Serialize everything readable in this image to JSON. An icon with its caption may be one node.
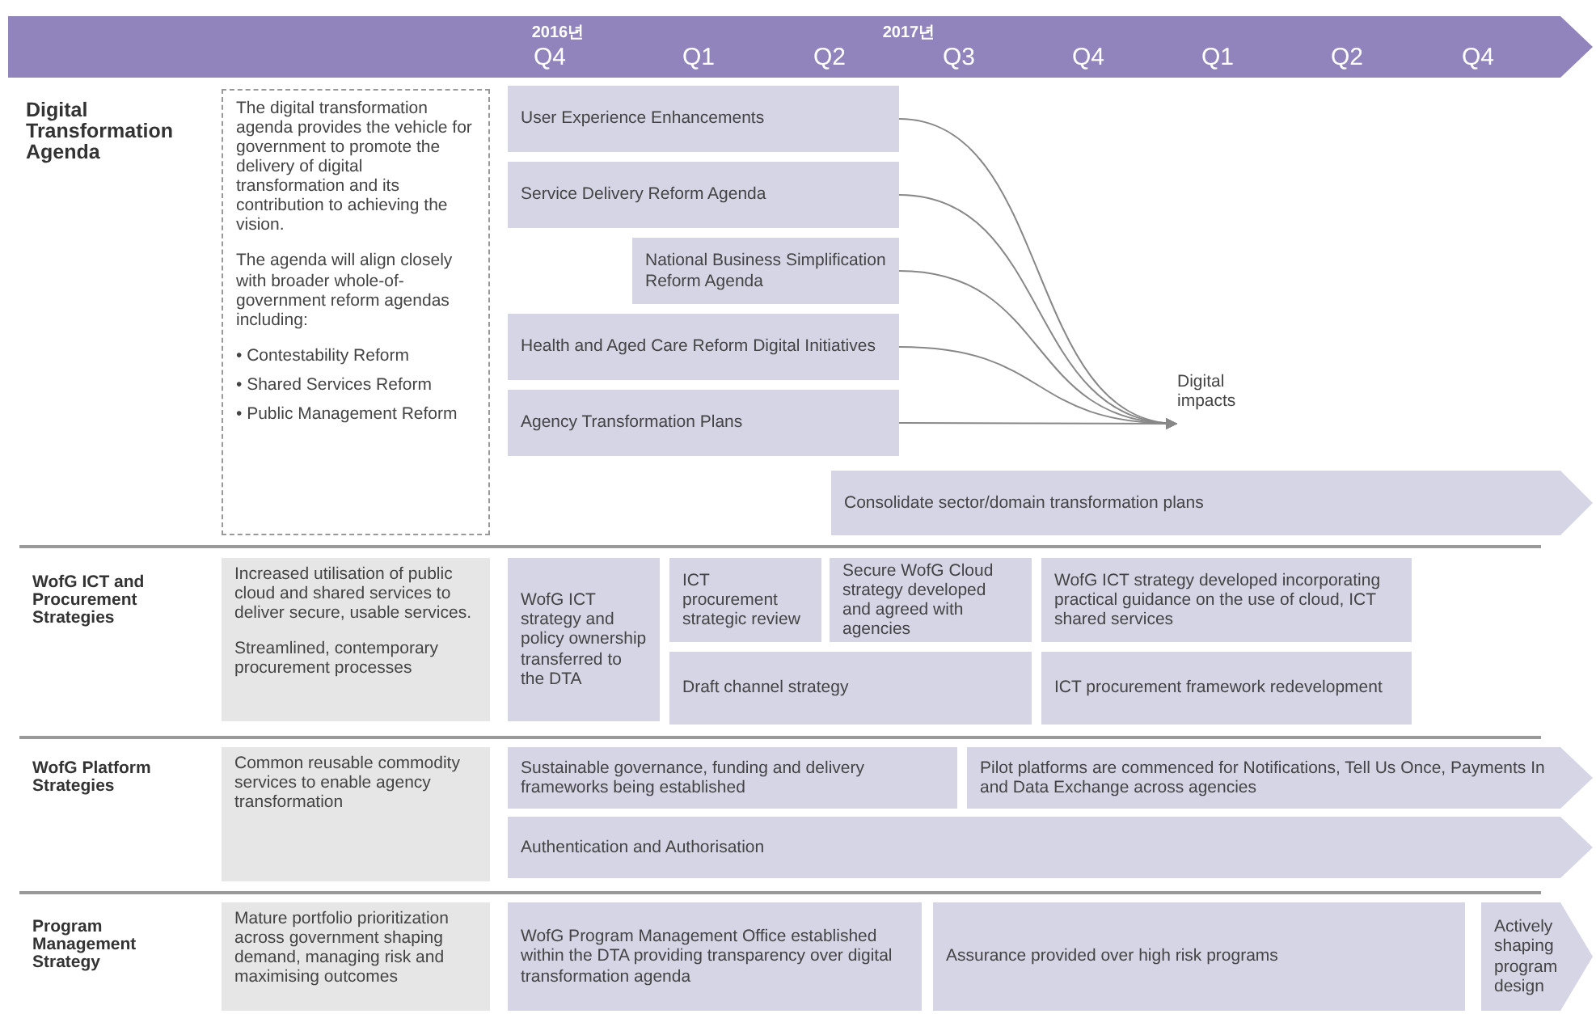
{
  "diagram": {
    "nodes": [
      {
        "text": [
          "The digital transformation agenda provides the vehicle for government to promote the delivery of digital transformation and its contribution to achieving the vision.",
          "The agenda will align closely with broader whole-of-government reform agendas including:",
          "• Contestability Reform",
          "• Shared Services Reform",
          "• Public Management Reform"
        ]
      },
      {
        "text": [
          "User Experience Enhancements"
        ]
      },
      {
        "text": [
          "Service Delivery Reform Agenda"
        ]
      },
      {
        "text": [
          "National Business Simplification Reform Agenda"
        ]
      },
      {
        "text": [
          "Health and Aged Care Reform Digital Initiatives"
        ]
      },
      {
        "text": [
          "Agency Transformation Plans"
        ]
      },
      {
        "text": [
          "Digital impacts"
        ]
      },
      {
        "text": [
          "Consolidate sector/domain transformation plans"
        ]
      },
      {
        "text": [
          "Increased utilisation of public cloud and shared services to deliver secure, usable services.",
          "Streamlined, contemporary procurement processes"
        ]
      },
      {
        "text": [
          "WofG ICT strategy and policy ownership transferred to the DTA"
        ]
      },
      {
        "text": [
          "ICT procurement strategic review"
        ]
      },
      {
        "text": [
          "Secure WofG Cloud strategy developed and agreed with agencies"
        ]
      },
      {
        "text": [
          "WofG ICT strategy developed incorporating practical guidance on the use of cloud, ICT shared services"
        ]
      },
      {
        "text": [
          "Draft channel strategy"
        ]
      },
      {
        "text": [
          "ICT procurement framework redevelopment"
        ]
      },
      {
        "text": [
          "Common reusable commodity services to enable agency transformation"
        ]
      },
      {
        "text": [
          "Sustainable governance, funding and delivery frameworks being established"
        ]
      },
      {
        "text": [
          "Pilot platforms are commenced for Notifications, Tell Us Once, Payments In and Data Exchange across agencies"
        ]
      },
      {
        "text": [
          "Authentication and Authorisation"
        ]
      },
      {
        "text": [
          "Mature portfolio prioritization across government shaping demand, managing risk and maximising outcomes"
        ]
      },
      {
        "text": [
          "WofG Program Management Office established within the DTA providing transparency over digital transformation agenda"
        ]
      },
      {
        "text": [
          "Assurance provided over high risk programs"
        ]
      },
      {
        "text": [
          "Actively shaping program design"
        ]
      }
    ],
    "edges": [
      {
        "from": 1,
        "to": 6,
        "arrow": "to"
      },
      {
        "from": 2,
        "to": 6,
        "arrow": "to"
      },
      {
        "from": 3,
        "to": 6,
        "arrow": "to"
      },
      {
        "from": 4,
        "to": 6,
        "arrow": "to"
      },
      {
        "from": 5,
        "to": 6,
        "arrow": "to"
      }
    ],
    "labels": [
      "2016년",
      "2017년",
      "Q4",
      "Q1",
      "Q2",
      "Q3",
      "Q4",
      "Q1",
      "Q2",
      "Q4",
      "Digital Transformation Agenda",
      "WofG ICT and Procurement Strategies",
      "WofG Platform Strategies",
      "Program Management Strategy"
    ]
  }
}
